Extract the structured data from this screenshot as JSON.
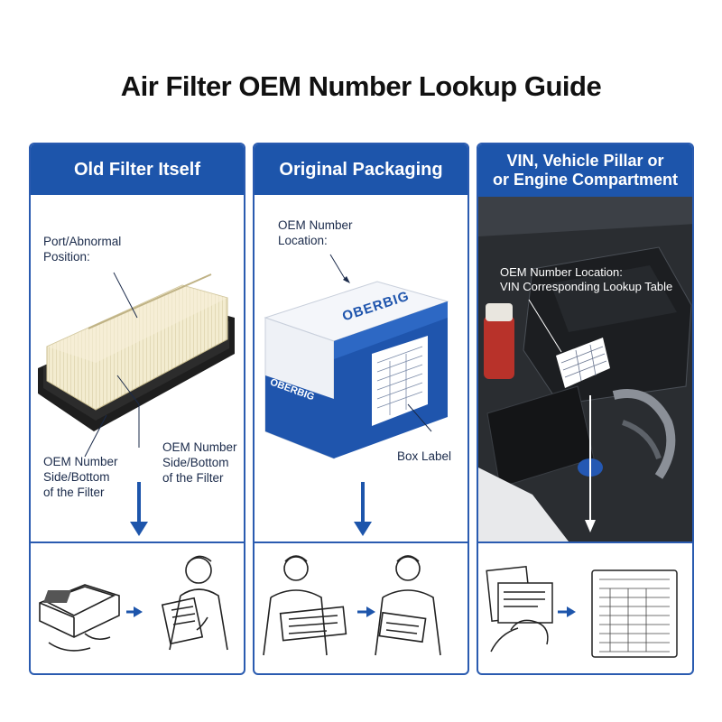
{
  "title": "Air Filter OEM Number Lookup Guide",
  "colors": {
    "accent": "#1d55ab",
    "border": "#2a5bb0"
  },
  "panels": [
    {
      "header": "Old Filter Itself",
      "label_port_line1": "Port/Abnormal",
      "label_port_line2": "Position:",
      "label_bottom_line1": "OEM Number",
      "label_bottom_line2": "Side/Bottom",
      "label_bottom_line3": "of the Filter",
      "label_side_line1": "OEM Number",
      "label_side_line2": "Side/Bottom",
      "label_side_line3": "of the Filter",
      "icons": [
        "air-filter-icon",
        "arrow-down-icon",
        "mechanic-reading-icon"
      ]
    },
    {
      "header": "Original Packaging",
      "label_oem_line1": "OEM Number",
      "label_oem_line2": "Location:",
      "label_box": "Box Label",
      "box_brand": "OBERBIG",
      "icons": [
        "filter-box-icon",
        "arrow-down-icon",
        "mechanic-holding-paper-icon"
      ]
    },
    {
      "header_line1": "VIN, Vehicle Pillar or",
      "header_line2": "or Engine Compartment",
      "label_line1": "OEM Number Location:",
      "label_line2": "VIN Corresponding Lookup Table",
      "icons": [
        "engine-bay-icon",
        "arrow-down-icon",
        "lookup-table-icon"
      ]
    }
  ]
}
